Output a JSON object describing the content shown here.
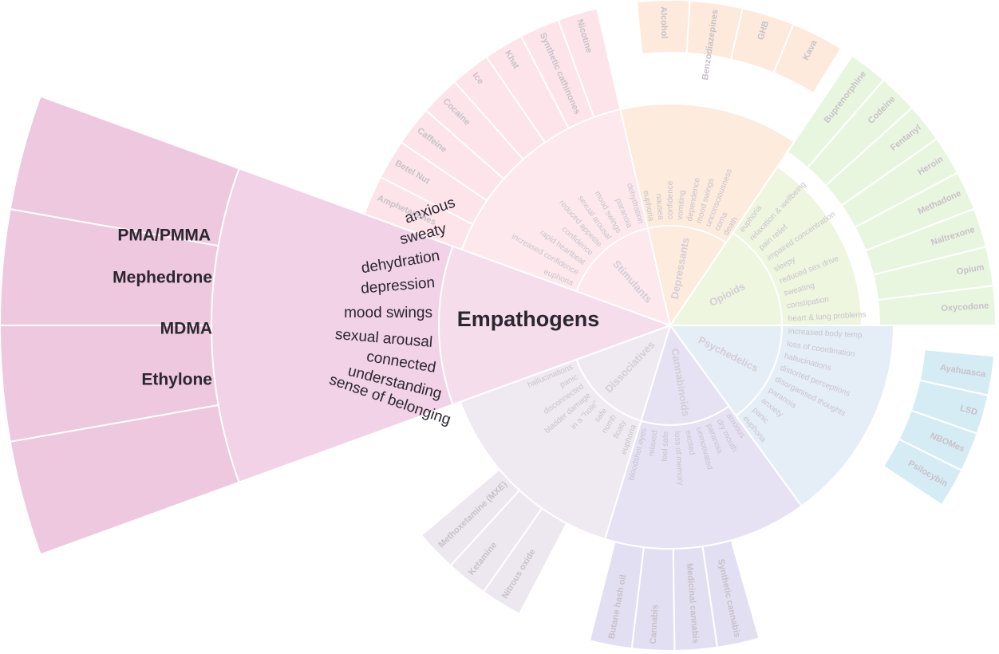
{
  "center_category": "Empathogens",
  "categories": [
    {
      "key": "empathogens",
      "name": "Empathogens",
      "color": "#f1d2e6",
      "drug_color": "#eec8df",
      "effects": [
        "anxious",
        "sweaty",
        "dehydration",
        "depression",
        "mood swings",
        "sexual arousal",
        "connected",
        "understanding",
        "sense of belonging"
      ],
      "drugs": [
        "PMA/PMMA",
        "Mephedrone",
        "MDMA",
        "Ethylone"
      ]
    },
    {
      "key": "stimulants",
      "name": "Stimulants",
      "color": "#fde8ee",
      "drug_color": "#fde4ea",
      "effects": [
        "euphoria",
        "increased confidence",
        "rapid heartbeat",
        "confidence",
        "reduced appetite",
        "sexual arousal",
        "mood swings",
        "paranoia",
        "dehydration"
      ],
      "drugs": [
        "Amphetamines",
        "Betel Nut",
        "Caffeine",
        "Cocaine",
        "Ice",
        "Khat",
        "Synthetic cathinones",
        "Nicotine"
      ]
    },
    {
      "key": "depressants",
      "name": "Depressants",
      "color": "#fdebdd",
      "drug_color": "#fdeadc",
      "effects": [
        "euphoria",
        "nausea",
        "confidence",
        "vomiting",
        "dependence",
        "mood swings",
        "unconsciousness",
        "coma",
        "death"
      ],
      "drugs": [
        "Alcohol",
        "Benzodiazepines",
        "GHB",
        "Kava"
      ]
    },
    {
      "key": "opioids",
      "name": "Opioids",
      "color": "#eef6df",
      "drug_color": "#e9f6df",
      "effects": [
        "euphoria",
        "relaxation & wellbeing",
        "pain relief",
        "impaired concentration",
        "sleepy",
        "reduced sex drive",
        "sweating",
        "constipation",
        "heart & lung problems"
      ],
      "drugs": [
        "Buprenorphine",
        "Codeine",
        "Fentanyl",
        "Heroin",
        "Methadone",
        "Naltrexone",
        "Opium",
        "Oxycodone"
      ]
    },
    {
      "key": "psychedelics",
      "name": "Psychedelics",
      "color": "#e5eef7",
      "drug_color": "#d6ecf5",
      "effects": [
        "increased body temp.",
        "loss of coordination",
        "hallucinations",
        "distorted perceptions",
        "disorganised thoughts",
        "paranoia",
        "anxiety",
        "panic",
        "euphoria"
      ],
      "drugs": [
        "Ayahuasca",
        "LSD",
        "NBOMes",
        "Psilocybin"
      ]
    },
    {
      "key": "cannabinoids",
      "name": "Cannabinoids",
      "color": "#e6e2f4",
      "drug_color": "#e2dff3",
      "effects": [
        "anxious",
        "dry mouth",
        "paranoia",
        "unmotivated",
        "excited",
        "loss of memory",
        "feel safe",
        "relaxed",
        "bloodshot eyes"
      ],
      "drugs": [
        "Synthetic cannabis",
        "Medicinal cannabis",
        "Cannabis",
        "Butane hash oil"
      ]
    },
    {
      "key": "dissociatives",
      "name": "Dissociatives",
      "color": "#efe9f2",
      "drug_color": "#ede7f0",
      "effects": [
        "euphoria",
        "floaty",
        "numb",
        "safe",
        "in a \"hole\"",
        "bladder damage",
        "disconnected",
        "panic",
        "hallucinations"
      ],
      "drugs": [
        "Nitrous oxide",
        "Ketamine",
        "Methoxetamine (MXE)"
      ]
    }
  ]
}
